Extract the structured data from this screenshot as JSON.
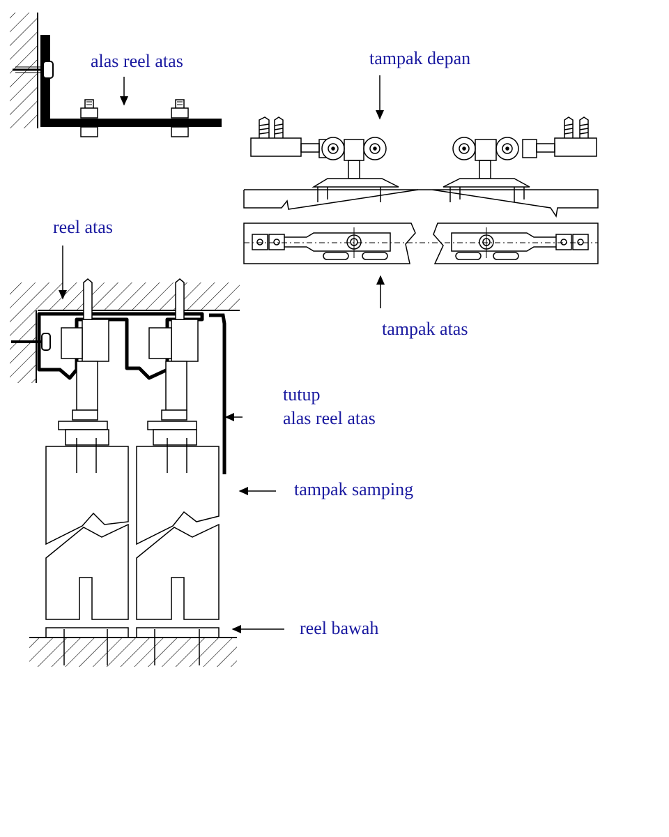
{
  "labels": {
    "alas_reel_atas": "alas reel atas",
    "tampak_depan": "tampak depan",
    "reel_atas": "reel atas",
    "tampak_atas": "tampak atas",
    "tutup": "tutup",
    "tutup_line2": "alas reel atas",
    "tampak_samping": "tampak samping",
    "reel_bawah": "reel bawah"
  },
  "colors": {
    "label": "#1a1aa0",
    "line": "#000000"
  }
}
